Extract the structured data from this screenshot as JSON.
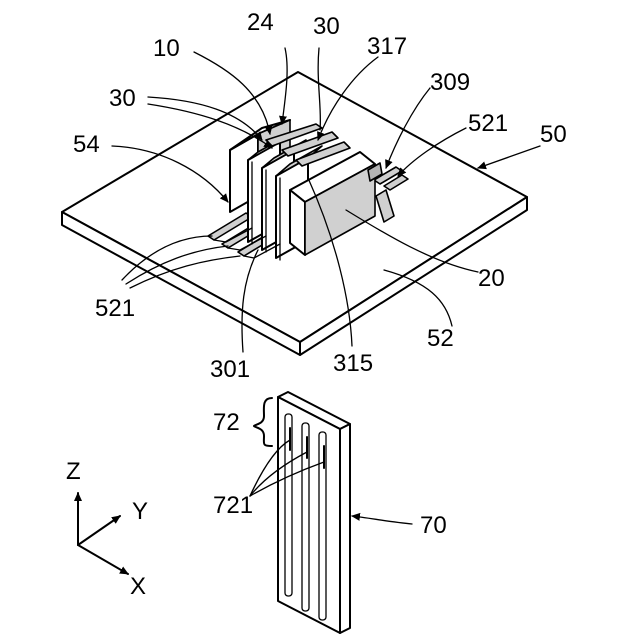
{
  "labels": {
    "l10": "10",
    "l24": "24",
    "l30a": "30",
    "l30b": "30",
    "l317": "317",
    "l309": "309",
    "l521a": "521",
    "l521b": "521",
    "l54": "54",
    "l50": "50",
    "l20": "20",
    "l52": "52",
    "l301": "301",
    "l315": "315",
    "l72": "72",
    "l721": "721",
    "l70": "70"
  },
  "axes": {
    "z": "Z",
    "y": "Y",
    "x": "X"
  }
}
